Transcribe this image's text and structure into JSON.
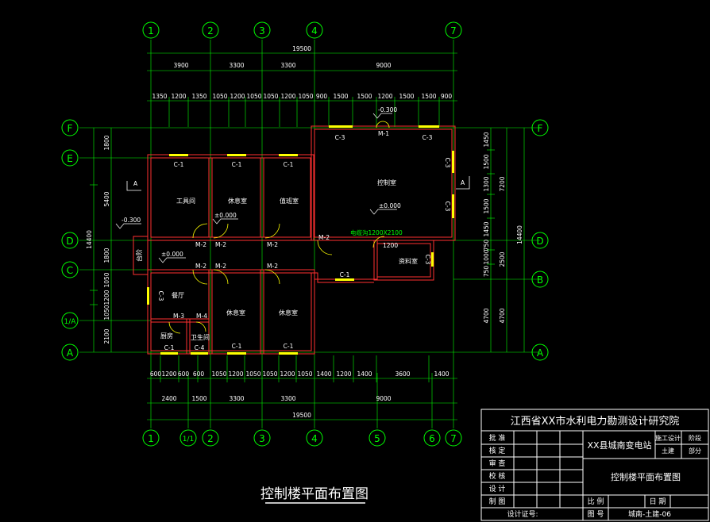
{
  "axes_top": [
    "1",
    "2",
    "3",
    "4",
    "7"
  ],
  "axes_bottom": [
    "1",
    "1/1",
    "2",
    "3",
    "4",
    "5",
    "6",
    "7"
  ],
  "axes_left": [
    "F",
    "E",
    "D",
    "C",
    "1/A",
    "A"
  ],
  "axes_right": [
    "F",
    "D",
    "B",
    "A"
  ],
  "dims": {
    "top_total": "19500",
    "top_row2": [
      "3900",
      "3300",
      "3300",
      "9000"
    ],
    "top_row3": [
      "1350",
      "1200",
      "1350",
      "1050",
      "1200",
      "1050",
      "1050",
      "1200",
      "1050",
      "900",
      "1500",
      "1500",
      "1200",
      "1500",
      "1500",
      "900"
    ],
    "bottom_row1": [
      "600",
      "1200",
      "600",
      "600",
      "1050",
      "1200",
      "1050",
      "1050",
      "1200",
      "1050",
      "1400",
      "1200",
      "1400",
      "3600",
      "1400"
    ],
    "bottom_row2": [
      "2400",
      "1500",
      "3300",
      "3300",
      "9000"
    ],
    "bottom_total": "19500",
    "left_total": "14400",
    "left_a": "1800",
    "left_b": "5400",
    "left_c": "1800",
    "left_d": [
      "1050",
      "1200",
      "1050"
    ],
    "left_e": "2100",
    "right_a": [
      "1450",
      "1500",
      "1300",
      "1500",
      "1450"
    ],
    "right_b": "7200",
    "right_c": "14400",
    "right_d": [
      "750",
      "1000",
      "750"
    ],
    "right_e": "2500",
    "right_f": "4700",
    "right_g": "4700"
  },
  "rooms": {
    "tool_room": "工具间",
    "rest1": "休息室",
    "duty": "值班室",
    "control": "控制室",
    "data_room": "资料室",
    "dining": "餐厅",
    "rest2": "休息室",
    "rest3": "休息室",
    "kitchen": "厨房",
    "toilet": "卫生间",
    "stairs": "台阶"
  },
  "labels": {
    "c1": "C-1",
    "c3": "C-3",
    "c4": "C-4",
    "m1": "M-1",
    "m2": "M-2",
    "m3": "M-3",
    "m4": "M-4",
    "lvl0": "±0.000",
    "lvl_out": "-0.300",
    "lvl_out2": "-0.300",
    "cable": "电缆沟1200X2100",
    "d1200": "1200",
    "sec": "A"
  },
  "drawing_title": "控制楼平面布置图",
  "title_block": {
    "institute": "江西省XX市水利电力勘测设计研究院",
    "project": "XX县城南变电站",
    "stage_a": "施工设计",
    "stage_b": "阶段",
    "part_a": "土建",
    "part_b": "部分",
    "drawing_name": "控制楼平面布置图",
    "roles": [
      "批 准",
      "核 定",
      "审 查",
      "校 核",
      "设 计",
      "制 图",
      "设计证号:"
    ],
    "scale": "比 例",
    "date": "日 期",
    "drawing_no_label": "图 号",
    "drawing_no": "城南-土建-06"
  }
}
